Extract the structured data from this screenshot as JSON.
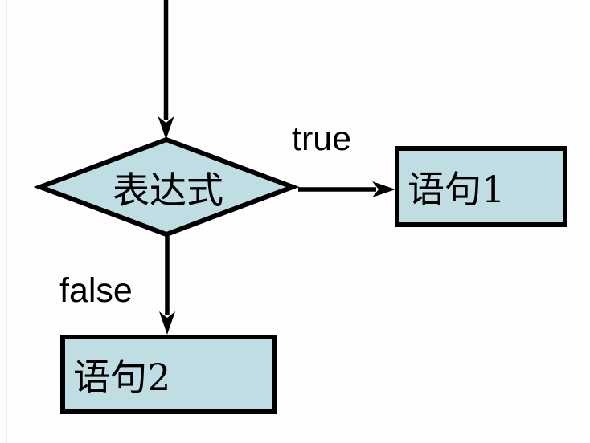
{
  "diagram": {
    "type": "flowchart-if-else",
    "background": "#fefefe",
    "shape_fill": "#bfdde2",
    "stroke_color": "#000000",
    "nodes": {
      "condition": {
        "label": "表达式",
        "shape": "diamond"
      },
      "statement1": {
        "label": "语句1",
        "shape": "rectangle"
      },
      "statement2": {
        "label": "语句2",
        "shape": "rectangle"
      }
    },
    "edges": {
      "entry": {
        "label": ""
      },
      "true_branch": {
        "label": "true"
      },
      "false_branch": {
        "label": "false"
      }
    }
  }
}
